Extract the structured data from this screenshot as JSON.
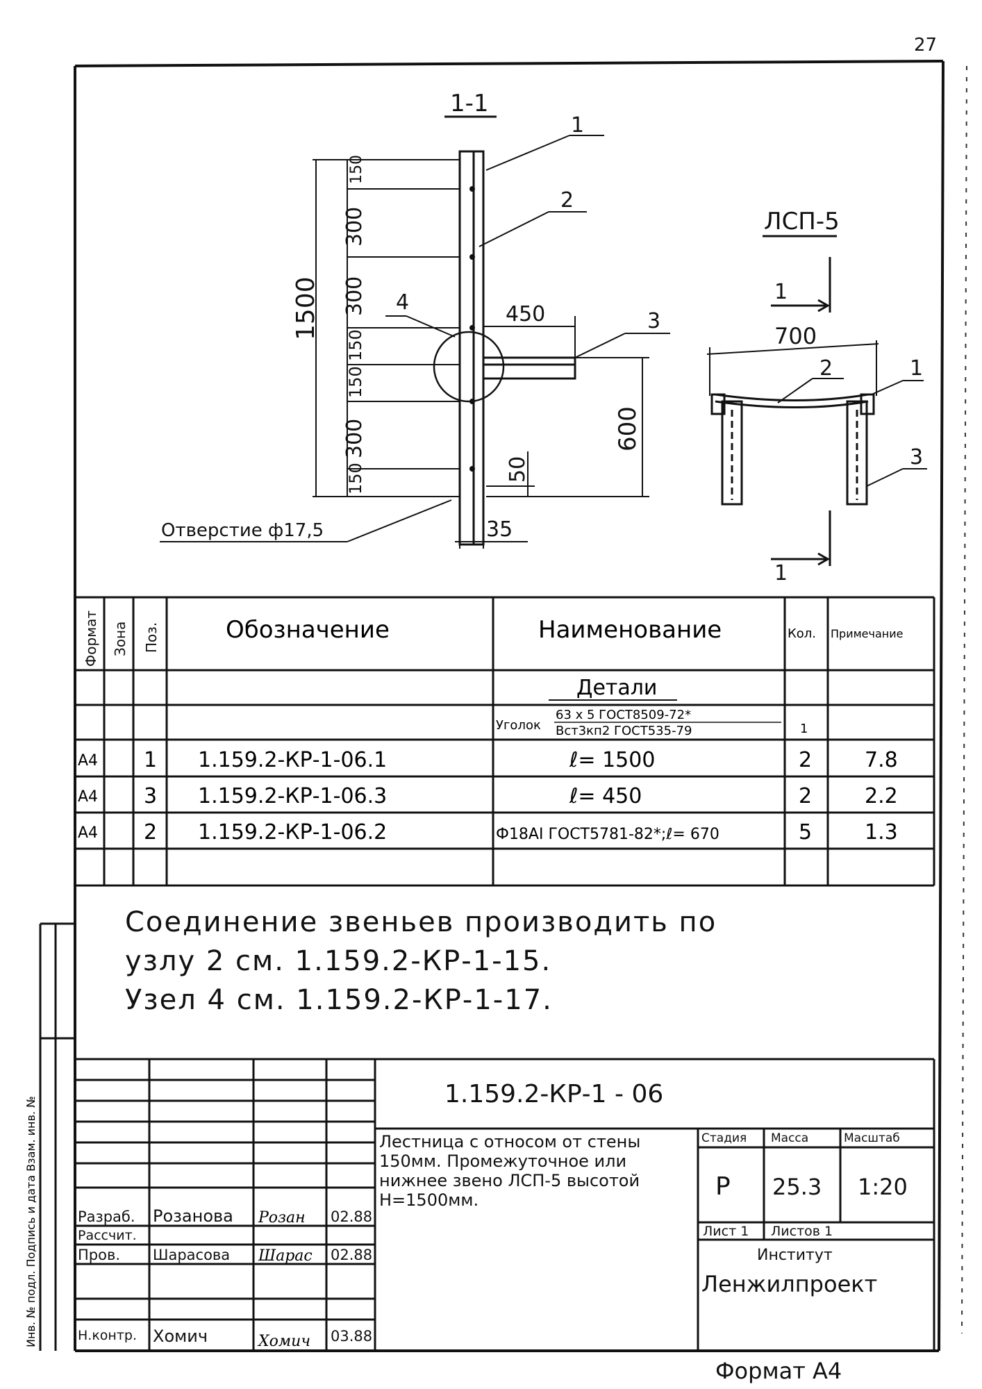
{
  "page_number": "27",
  "drawing": {
    "section_label": "1-1",
    "view_title": "ЛСП-5",
    "cut_marker": "1",
    "hole_label": "Отверстие ф17,5",
    "dims": {
      "total_height": "1500",
      "s150_top": "150",
      "s300_a": "300",
      "s300_b": "300",
      "s150_c": "150",
      "s150_d": "150",
      "s300_c": "300",
      "s150_bottom": "150",
      "arm_length": "450",
      "arm_height": "600",
      "offset_50": "50",
      "offset_35": "35",
      "width_700": "700"
    },
    "leaders": {
      "side_1": "1",
      "side_2": "2",
      "side_3": "3",
      "side_4": "4",
      "view_1": "1",
      "view_2": "2",
      "view_3": "3"
    }
  },
  "spec_table": {
    "headers": {
      "format": "Формат",
      "zone": "Зона",
      "pos": "Поз.",
      "designation": "Обозначение",
      "name": "Наименование",
      "qty": "Кол.",
      "note": "Примечание"
    },
    "section_title": "Детали",
    "material_prefix": "Уголок",
    "material_num": "63 х 5 ГОСТ8509-72*",
    "material_den": "Вст3кп2 ГОСТ535-79",
    "material_qty": "1",
    "rows": [
      {
        "format": "А4",
        "pos": "1",
        "designation": "1.159.2-КР-1-06.1",
        "name": "ℓ= 1500",
        "qty": "2",
        "note": "7.8"
      },
      {
        "format": "А4",
        "pos": "3",
        "designation": "1.159.2-КР-1-06.3",
        "name": "ℓ= 450",
        "qty": "2",
        "note": "2.2"
      },
      {
        "format": "А4",
        "pos": "2",
        "designation": "1.159.2-КР-1-06.2",
        "name": "Ф18АI ГОСТ5781-82*;ℓ= 670",
        "qty": "5",
        "note": "1.3"
      }
    ]
  },
  "notes": [
    "Соединение звеньев производить по",
    "узлу 2 см. 1.159.2-КР-1-15.",
    "Узел 4 см. 1.159.2-КР-1-17."
  ],
  "title_block": {
    "code": "1.159.2-КР-1 - 06",
    "title": "Лестница с относом от стены 150мм. Промежуточное или нижнее звено ЛСП-5 высотой Н=1500мм.",
    "stage_label": "Стадия",
    "mass_label": "Масса",
    "scale_label": "Масштаб",
    "stage": "Р",
    "mass": "25.3",
    "scale": "1:20",
    "sheet": "Лист 1",
    "sheets": "Листов 1",
    "org_line1": "Институт",
    "org_line2": "Ленжилпроект",
    "staff": [
      {
        "role": "Разраб.",
        "name": "Розанова",
        "date": "02.88"
      },
      {
        "role": "Рассчит.",
        "name": "",
        "date": ""
      },
      {
        "role": "Пров.",
        "name": "Шарасова",
        "date": "02.88"
      },
      {
        "role": "Н.контр.",
        "name": "Хомич",
        "date": "03.88"
      }
    ],
    "signatures": [
      "Розан",
      "Шарас",
      "Хомич"
    ]
  },
  "side_stamp": "Инв. № подл.   Подпись и дата   Взам. инв. №",
  "format_label": "Формат А4"
}
